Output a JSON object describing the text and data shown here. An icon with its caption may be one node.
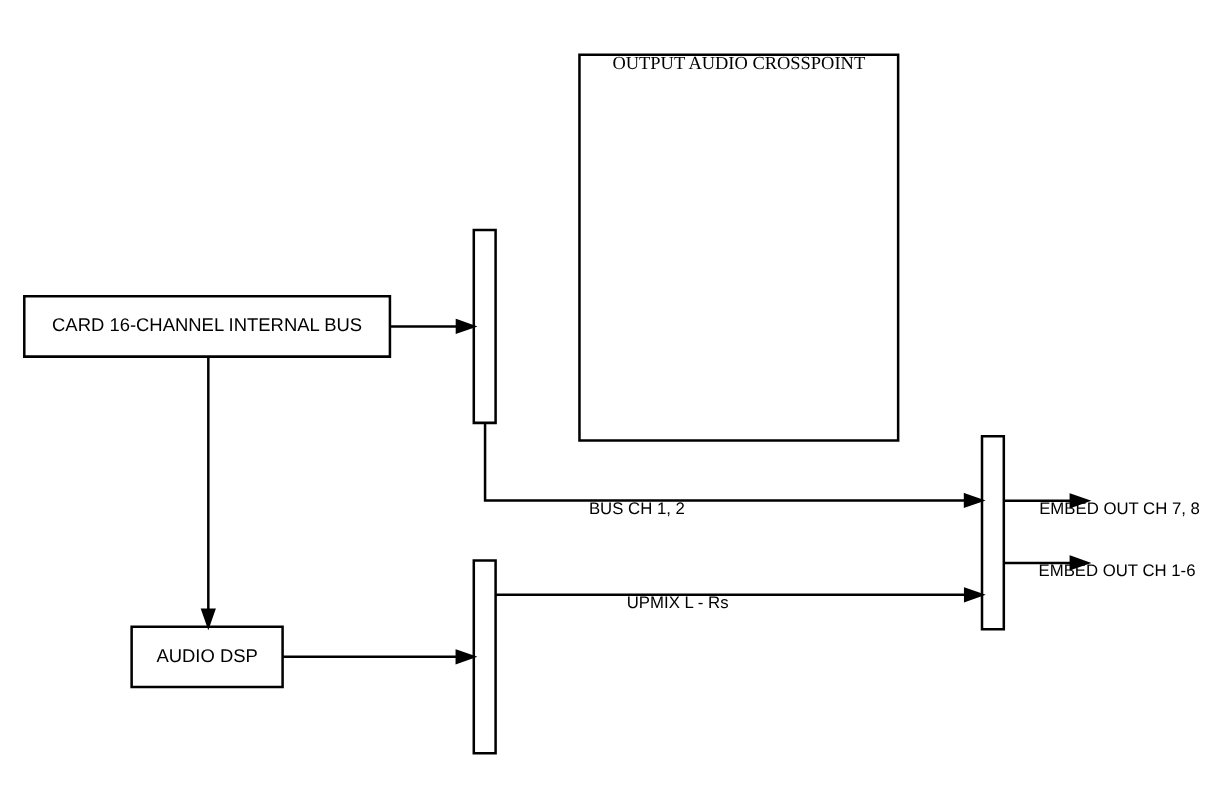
{
  "diagram": {
    "nodes": [
      {
        "text": [
          "CARD 16-CHANNEL INTERNAL BUS"
        ]
      },
      {
        "text": [
          "AUDIO DSP"
        ]
      },
      {
        "text": [
          "OUTPUT AUDIO CROSSPOINT"
        ]
      },
      {
        "text": [],
        "shape": "bar"
      },
      {
        "text": [],
        "shape": "bar"
      },
      {
        "text": [],
        "shape": "bar"
      }
    ],
    "edges": [
      {
        "from": 0,
        "to": 3,
        "arrow": "to"
      },
      {
        "from": 0,
        "to": 1,
        "arrow": "to"
      },
      {
        "from": 1,
        "to": 4,
        "arrow": "to"
      },
      {
        "from": 3,
        "to": 5,
        "label": "BUS CH 1, 2",
        "arrow": "to"
      },
      {
        "from": 4,
        "to": 5,
        "label": "UPMIX L - Rs",
        "arrow": "to"
      },
      {
        "from": 5,
        "to": null,
        "label": "EMBED OUT CH 7, 8",
        "arrow": "to"
      },
      {
        "from": 5,
        "to": null,
        "label": "EMBED OUT CH 1-6",
        "arrow": "to"
      }
    ]
  }
}
